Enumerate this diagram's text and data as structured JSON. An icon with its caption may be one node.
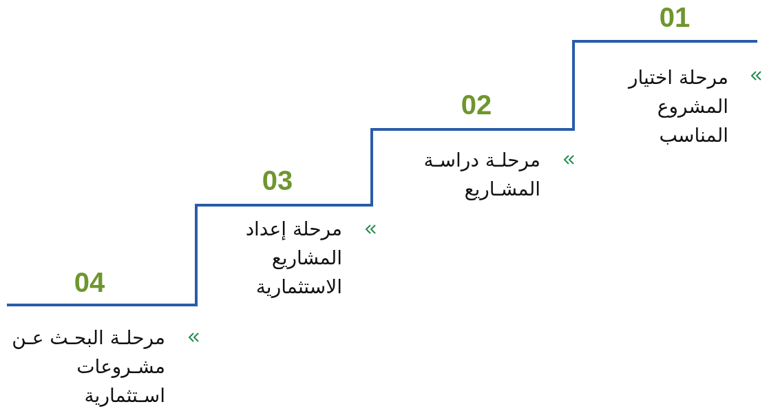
{
  "diagram": {
    "labels": [
      "01",
      "مرحلة اختيار المشروع المناسب",
      "02",
      "مرحلـة دراسـة المشـاريع",
      "03",
      "مرحلة إعداد المشاريع الاستثمارية",
      "04",
      "مرحلـة البحـث عـن مشـروعات اسـتثمارية"
    ]
  }
}
